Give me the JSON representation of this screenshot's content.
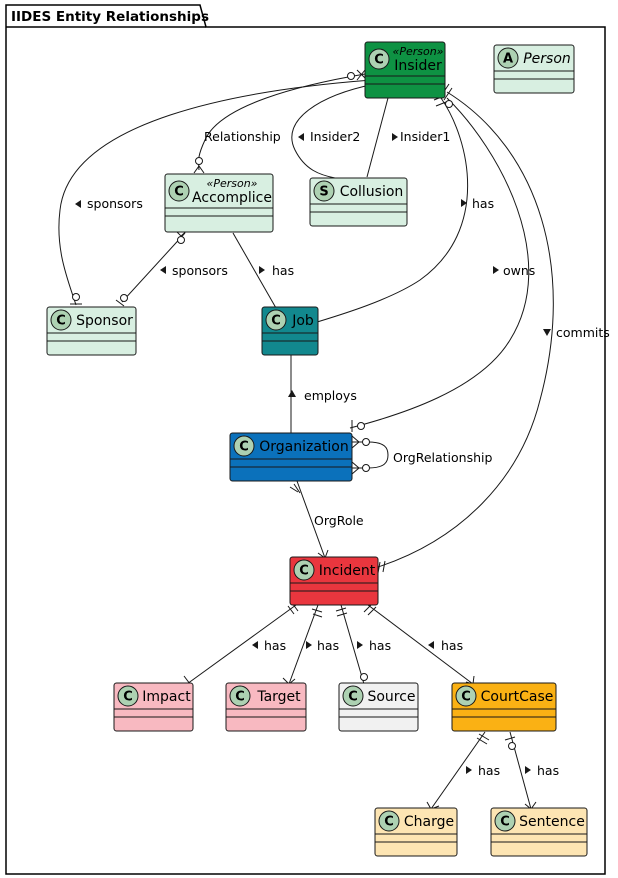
{
  "package": {
    "title": "IIDES Entity Relationships"
  },
  "colors": {
    "person_green": "#0E9243",
    "light_green": "#D8EFE1",
    "teal": "#12888E",
    "blue": "#0B71BB",
    "red": "#E9363E",
    "pink": "#F8B9C1",
    "gray": "#F1F1F1",
    "orange": "#FAB114",
    "light_orange": "#FDE5B3",
    "badge": "#ADD1B2",
    "border": "#181818"
  },
  "entities": [
    {
      "id": "insider",
      "name": "Insider",
      "stereotype": "«Person»",
      "badge": "C",
      "fill": "person_green"
    },
    {
      "id": "person",
      "name": "Person",
      "stereotype": "",
      "badge": "A",
      "fill": "light_green",
      "abstract": true
    },
    {
      "id": "accomplice",
      "name": "Accomplice",
      "stereotype": "«Person»",
      "badge": "C",
      "fill": "light_green"
    },
    {
      "id": "collusion",
      "name": "Collusion",
      "stereotype": "",
      "badge": "S",
      "fill": "light_green"
    },
    {
      "id": "sponsor",
      "name": "Sponsor",
      "stereotype": "",
      "badge": "C",
      "fill": "light_green"
    },
    {
      "id": "job",
      "name": "Job",
      "stereotype": "",
      "badge": "C",
      "fill": "teal"
    },
    {
      "id": "organization",
      "name": "Organization",
      "stereotype": "",
      "badge": "C",
      "fill": "blue"
    },
    {
      "id": "incident",
      "name": "Incident",
      "stereotype": "",
      "badge": "C",
      "fill": "red"
    },
    {
      "id": "impact",
      "name": "Impact",
      "stereotype": "",
      "badge": "C",
      "fill": "pink"
    },
    {
      "id": "target",
      "name": "Target",
      "stereotype": "",
      "badge": "C",
      "fill": "pink"
    },
    {
      "id": "source",
      "name": "Source",
      "stereotype": "",
      "badge": "C",
      "fill": "gray"
    },
    {
      "id": "courtcase",
      "name": "CourtCase",
      "stereotype": "",
      "badge": "C",
      "fill": "orange"
    },
    {
      "id": "charge",
      "name": "Charge",
      "stereotype": "",
      "badge": "C",
      "fill": "light_orange"
    },
    {
      "id": "sentence",
      "name": "Sentence",
      "stereotype": "",
      "badge": "C",
      "fill": "light_orange"
    }
  ],
  "relationships": [
    {
      "id": "rel-insider-accomplice",
      "label": "Relationship",
      "arrow": ""
    },
    {
      "id": "rel-collusion-insider2",
      "label": "Insider2",
      "arrow": "left"
    },
    {
      "id": "rel-collusion-insider1",
      "label": "Insider1",
      "arrow": "right"
    },
    {
      "id": "rel-insider-sponsor",
      "label": "sponsors",
      "arrow": "left"
    },
    {
      "id": "rel-accomplice-sponsor",
      "label": "sponsors",
      "arrow": "left"
    },
    {
      "id": "rel-accomplice-job",
      "label": "has",
      "arrow": "right"
    },
    {
      "id": "rel-insider-job",
      "label": "has",
      "arrow": "right"
    },
    {
      "id": "rel-insider-organization",
      "label": "owns",
      "arrow": "right"
    },
    {
      "id": "rel-insider-incident",
      "label": "commits",
      "arrow": "down"
    },
    {
      "id": "rel-job-organization",
      "label": "employs",
      "arrow": "up"
    },
    {
      "id": "rel-organization-self",
      "label": "OrgRelationship",
      "arrow": ""
    },
    {
      "id": "rel-organization-incident",
      "label": "OrgRole",
      "arrow": ""
    },
    {
      "id": "rel-incident-impact",
      "label": "has",
      "arrow": "left"
    },
    {
      "id": "rel-incident-target",
      "label": "has",
      "arrow": "right"
    },
    {
      "id": "rel-incident-source",
      "label": "has",
      "arrow": "right"
    },
    {
      "id": "rel-incident-courtcase",
      "label": "has",
      "arrow": "left"
    },
    {
      "id": "rel-courtcase-charge",
      "label": "has",
      "arrow": "right"
    },
    {
      "id": "rel-courtcase-sentence",
      "label": "has",
      "arrow": "right"
    }
  ]
}
